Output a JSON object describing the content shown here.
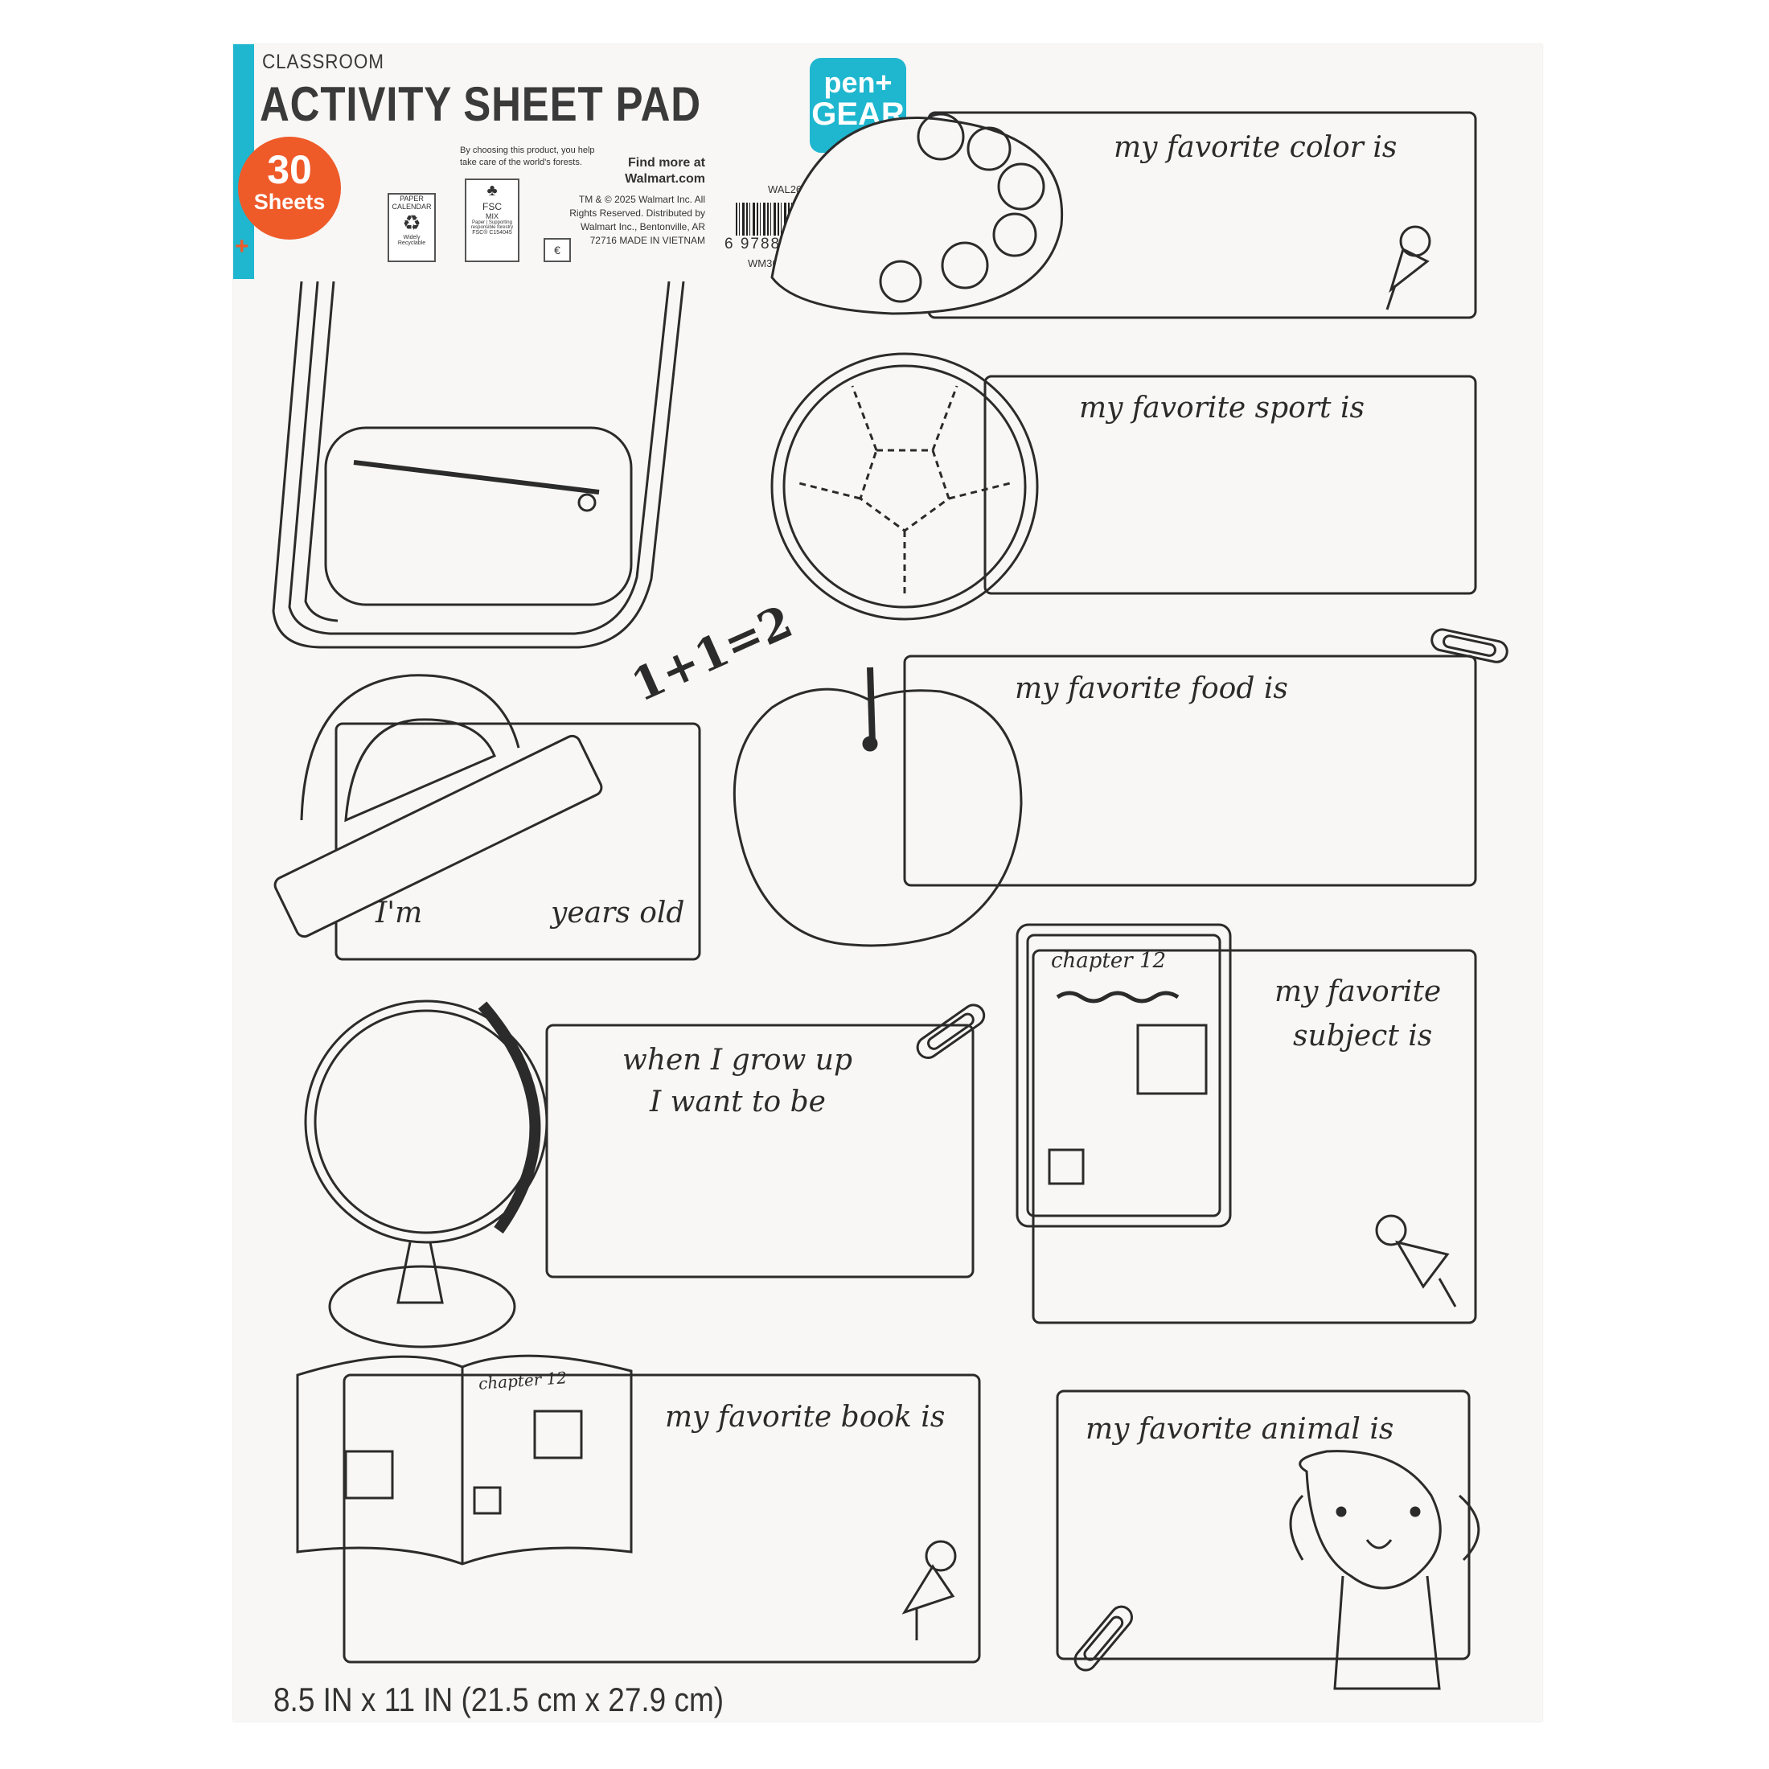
{
  "header": {
    "category": "CLASSROOM",
    "title": "ACTIVITY SHEET PAD",
    "badge_count": "30",
    "badge_unit": "Sheets",
    "brand_top": "pen+",
    "brand_bottom": "GEAR",
    "forest_note": "By choosing this product, you help take care of the world's forests.",
    "find_more": "Find more at Walmart.com",
    "sku": "WAL26BTS827",
    "legal": "TM & © 2025 Walmart Inc. All Rights Reserved. Distributed by Walmart Inc., Bentonville, AR 72716 MADE IN VIETNAM",
    "barcode_number": "6 978897 070632",
    "wm_code": "WM36220170-680418826-0325",
    "recycle_top": "PAPER",
    "recycle_mid": "CALENDAR",
    "recycle_bottom": "Widely Recyclable",
    "fsc_label": "FSC",
    "fsc_mix": "MIX",
    "fsc_desc": "Paper | Supporting responsible forestry",
    "fsc_code": "FSC® C154045"
  },
  "prompts": {
    "color": "my favorite color is",
    "sport": "my favorite sport is",
    "food": "my favorite food is",
    "age_left": "I'm",
    "age_right": "years old",
    "grow_line1": "when I grow up",
    "grow_line2": "I want to be",
    "subject_line1": "my favorite",
    "subject_line2": "subject is",
    "book": "my favorite book is",
    "animal": "my favorite animal is"
  },
  "decorations": {
    "math": "1+1=2",
    "chapter": "chapter 12"
  },
  "footer": {
    "size": "8.5 IN x 11 IN (21.5 cm x 27.9 cm)"
  }
}
